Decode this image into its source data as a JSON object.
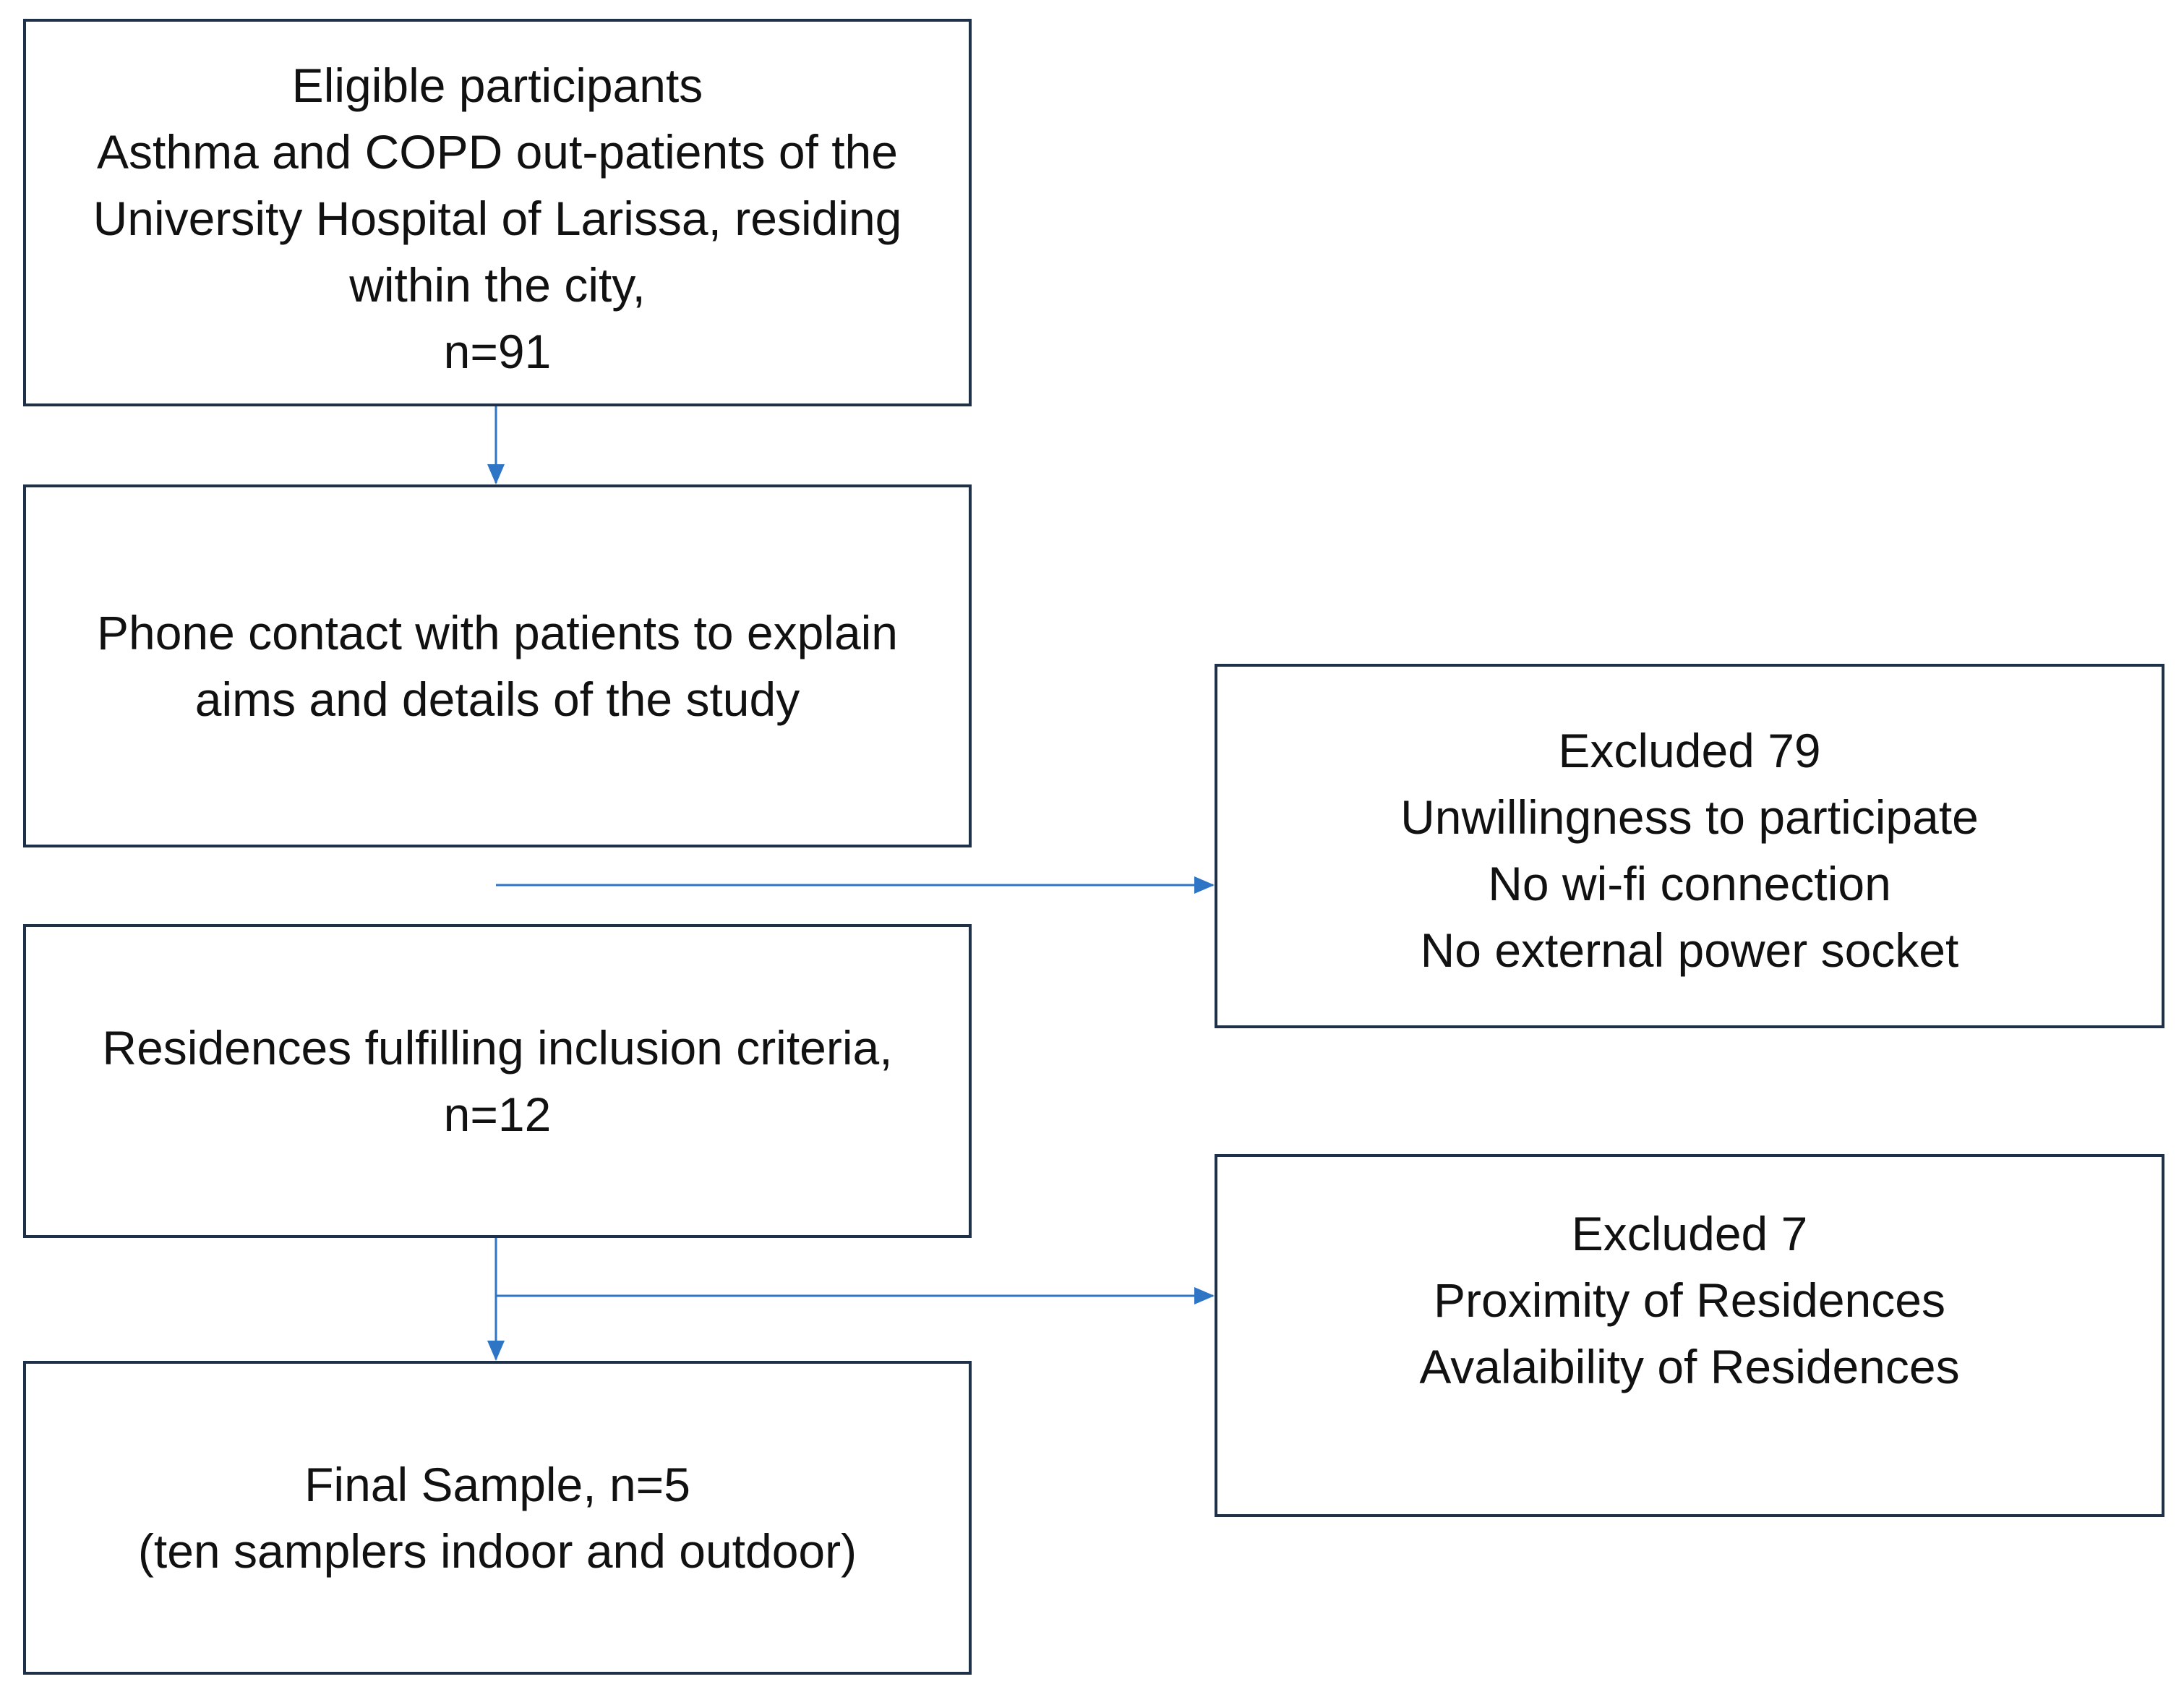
{
  "colors": {
    "box_border": "#1f3148",
    "arrow": "#2e75c6",
    "text": "#111111"
  },
  "boxes": {
    "eligible": {
      "lines": [
        "Eligible participants",
        "Asthma and COPD out-patients of the",
        "University Hospital of Larissa, residing",
        "within the city,",
        "n=91"
      ]
    },
    "phone_contact": {
      "lines": [
        "Phone contact with patients to explain",
        "aims and details of the study"
      ]
    },
    "inclusion": {
      "lines": [
        "Residences fulfilling inclusion criteria,",
        "n=12"
      ]
    },
    "final_sample": {
      "lines": [
        "Final Sample, n=5",
        "(ten samplers indoor and outdoor)"
      ]
    },
    "excluded_first": {
      "lines": [
        "Excluded 79",
        "Unwillingness to participate",
        "No wi-fi connection",
        "No external power socket"
      ]
    },
    "excluded_second": {
      "lines": [
        "Excluded 7",
        "Proximity of Residences",
        "Avalaibility of Residences"
      ]
    }
  }
}
